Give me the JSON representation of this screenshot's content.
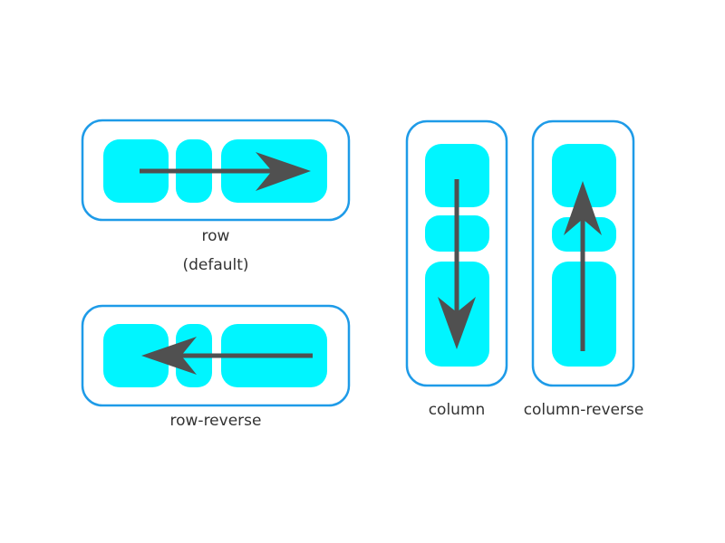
{
  "colors": {
    "container_border": "#1E9BE8",
    "item_fill": "#00F5FF",
    "arrow": "#505050",
    "text": "#333333"
  },
  "labels": {
    "row": "row",
    "row_note": "(default)",
    "row_reverse": "row-reverse",
    "column": "column",
    "column_reverse": "column-reverse"
  },
  "direction_arrows": {
    "row": "right",
    "row_reverse": "left",
    "column": "down",
    "column_reverse": "up"
  }
}
